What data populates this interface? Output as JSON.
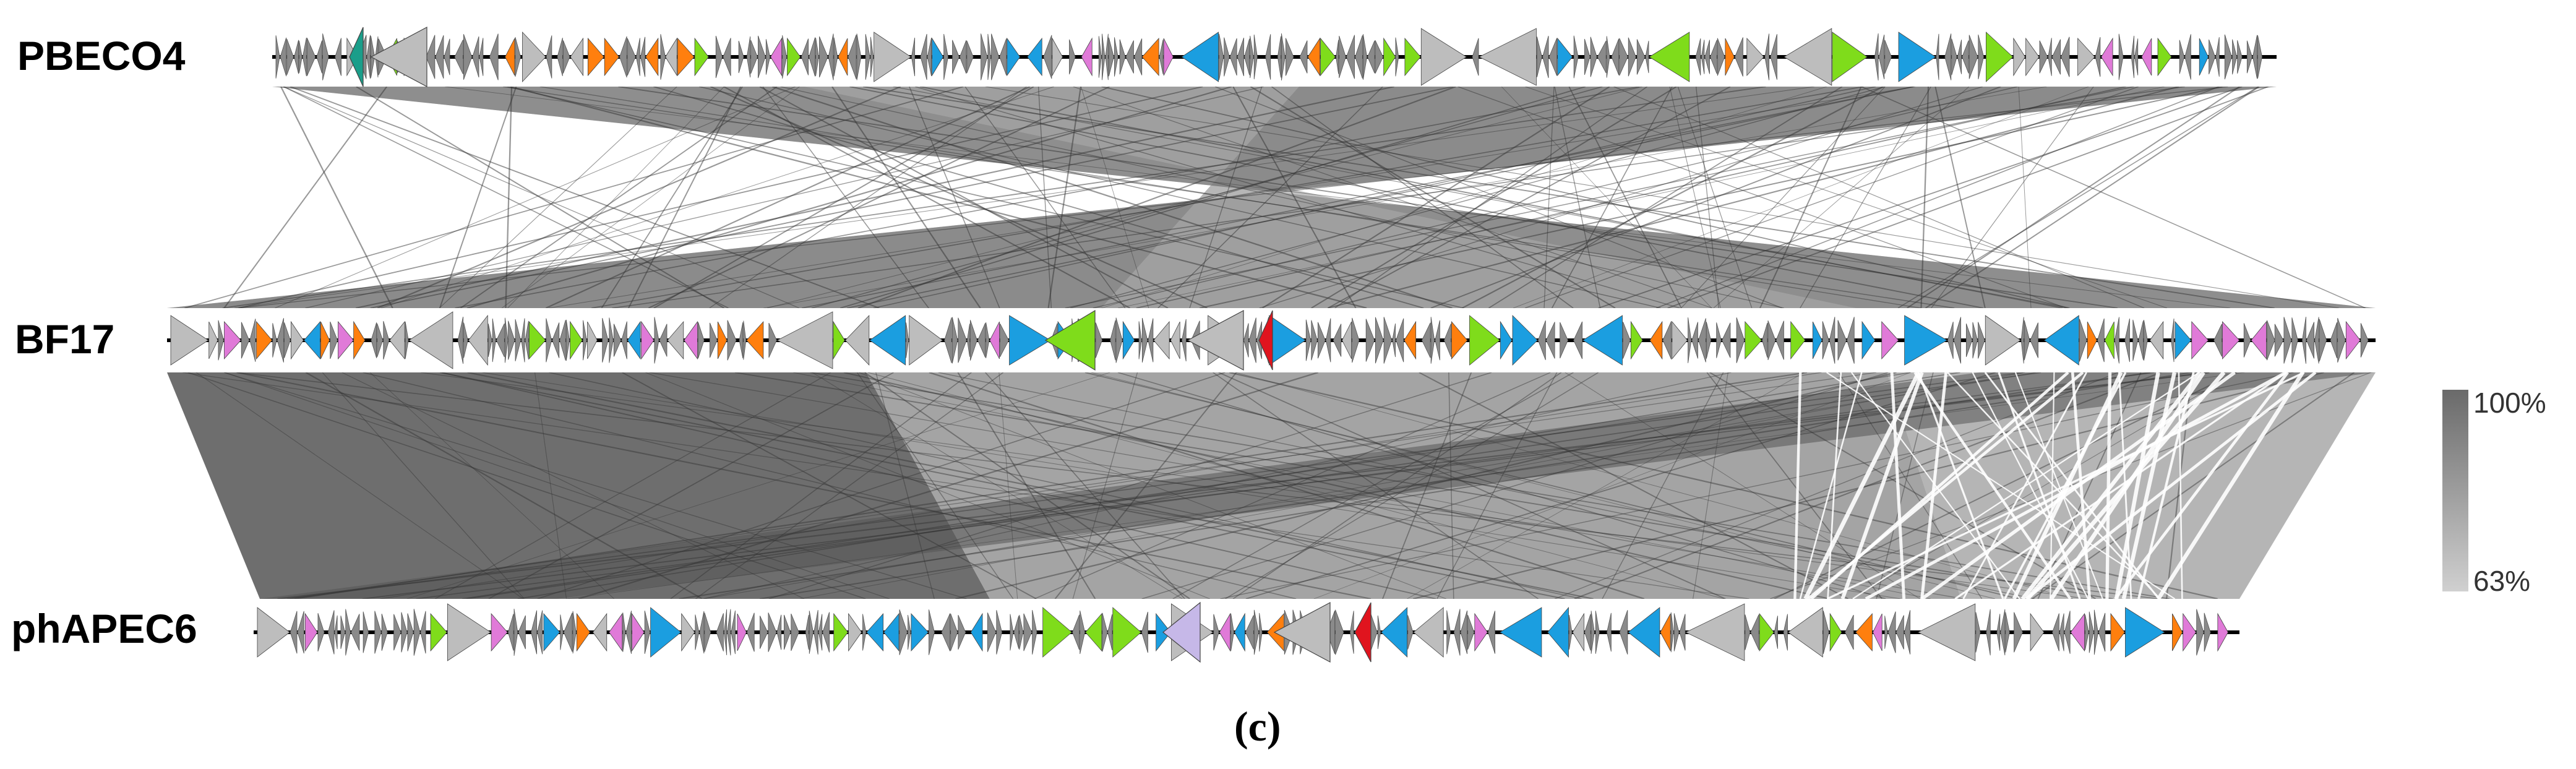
{
  "genomes": [
    {
      "name": "PBECO4"
    },
    {
      "name": "BF17"
    },
    {
      "name": "phAPEC6"
    }
  ],
  "identity_legend": {
    "max_label": "100%",
    "min_label": "63%",
    "max_color": "#6a6a6a",
    "min_color": "#d0d0d0"
  },
  "panel_label": "(c)",
  "gene_colors": {
    "hypothetical": "#8a8a8a",
    "structural": "#bdbdbd",
    "dna_replication": "#1b9ee0",
    "lysis": "#ff7f0e",
    "packaging": "#7fdc1b",
    "host_interaction": "#e07ad8",
    "trna": "#e0141e",
    "other": "#c6b8e8",
    "teal": "#1a9e8a"
  }
}
